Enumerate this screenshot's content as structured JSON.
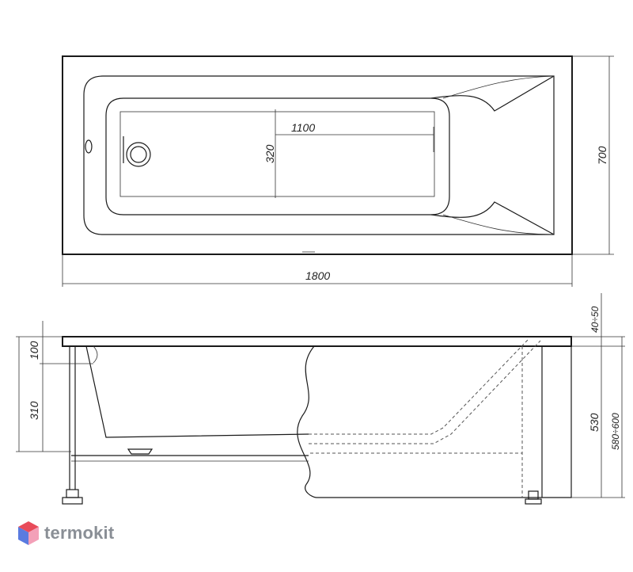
{
  "dimensions": {
    "length_total": "1800",
    "width_total": "700",
    "inner_length": "1100",
    "inner_width": "320",
    "rim_height": "100",
    "overflow_height": "310",
    "tub_height": "530",
    "total_height": "580÷600",
    "rim_thickness": "40÷50"
  },
  "brand": {
    "name": "termokit"
  },
  "colors": {
    "line": "#1a1a1a",
    "logo_text": "#8a8f96",
    "logo_top": "#e84b5a",
    "logo_left": "#5a7be0",
    "logo_right": "#f3a0b8"
  }
}
